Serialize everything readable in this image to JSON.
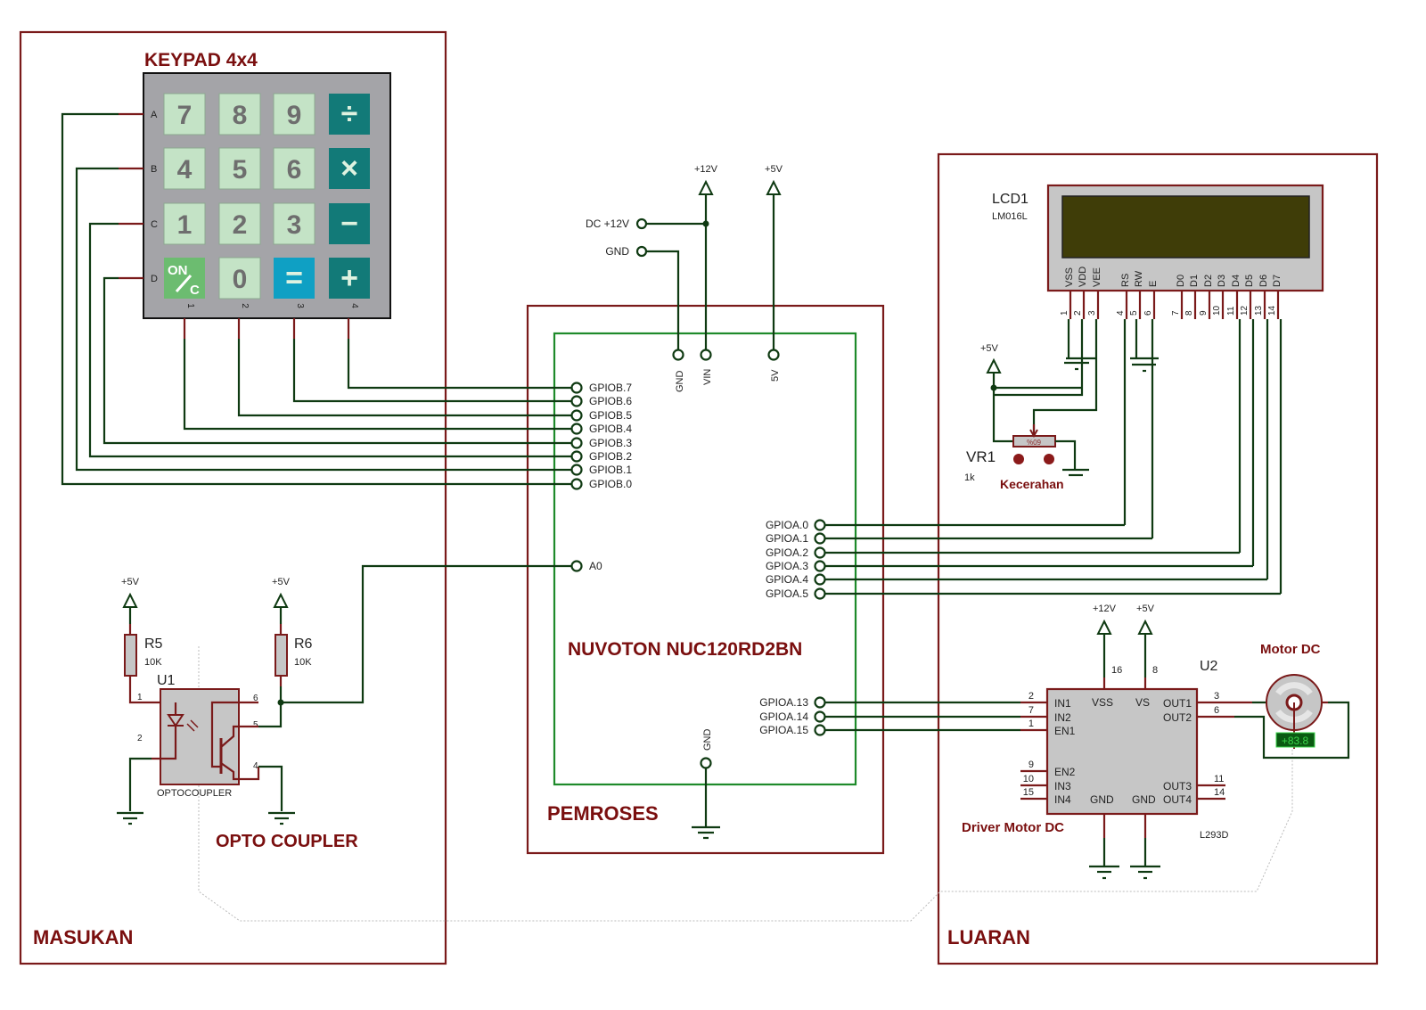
{
  "sections": {
    "input": "MASUKAN",
    "processor": "PEMROSES",
    "output": "LUARAN"
  },
  "keypad": {
    "title": "KEYPAD 4x4",
    "rows": [
      "A",
      "B",
      "C",
      "D"
    ],
    "cols": [
      "1",
      "2",
      "3",
      "4"
    ],
    "keys": [
      [
        "7",
        "8",
        "9",
        "÷"
      ],
      [
        "4",
        "5",
        "6",
        "×"
      ],
      [
        "1",
        "2",
        "3",
        "−"
      ],
      [
        "ON/C",
        "0",
        "=",
        "+"
      ]
    ],
    "on_label_top": "ON",
    "on_label_bottom": "C"
  },
  "power": {
    "dc12_label": "DC +12V",
    "gnd_label": "GND",
    "plus12": "+12V",
    "plus5": "+5V"
  },
  "mcu": {
    "name": "NUVOTON NUC120RD2BN",
    "top_pins": [
      "GND",
      "VIN",
      "5V"
    ],
    "gpiob": [
      "GPIOB.7",
      "GPIOB.6",
      "GPIOB.5",
      "GPIOB.4",
      "GPIOB.3",
      "GPIOB.2",
      "GPIOB.1",
      "GPIOB.0"
    ],
    "a0": "A0",
    "gpioa_lcd": [
      "GPIOA.0",
      "GPIOA.1",
      "GPIOA.2",
      "GPIOA.3",
      "GPIOA.4",
      "GPIOA.5"
    ],
    "gpioa_motor": [
      "GPIOA.13",
      "GPIOA.14",
      "GPIOA.15"
    ],
    "bottom_pin": "GND"
  },
  "lcd": {
    "ref": "LCD1",
    "part": "LM016L",
    "pin_names": [
      "VSS",
      "VDD",
      "VEE",
      "RS",
      "RW",
      "E",
      "D0",
      "D1",
      "D2",
      "D3",
      "D4",
      "D5",
      "D6",
      "D7"
    ],
    "pin_numbers": [
      "1",
      "2",
      "3",
      "4",
      "5",
      "6",
      "7",
      "8",
      "9",
      "10",
      "11",
      "12",
      "13",
      "14"
    ],
    "screen_color": "#3f3d08"
  },
  "pot": {
    "ref": "VR1",
    "value": "1k",
    "label": "Kecerahan",
    "percent": "60%",
    "supply": "+5V"
  },
  "opto": {
    "title": "OPTO COUPLER",
    "ref": "U1",
    "part": "OPTOCOUPLER",
    "pins": [
      "1",
      "2",
      "6",
      "5",
      "4"
    ],
    "r5": {
      "ref": "R5",
      "value": "10K",
      "supply": "+5V"
    },
    "r6": {
      "ref": "R6",
      "value": "10K",
      "supply": "+5V"
    }
  },
  "driver": {
    "ref": "U2",
    "part": "L293D",
    "label": "Driver Motor DC",
    "left_pins": [
      {
        "num": "2",
        "name": "IN1"
      },
      {
        "num": "7",
        "name": "IN2"
      },
      {
        "num": "1",
        "name": "EN1"
      },
      {
        "num": "9",
        "name": "EN2"
      },
      {
        "num": "10",
        "name": "IN3"
      },
      {
        "num": "15",
        "name": "IN4"
      }
    ],
    "right_pins": [
      {
        "num": "3",
        "name": "OUT1"
      },
      {
        "num": "6",
        "name": "OUT2"
      },
      {
        "num": "11",
        "name": "OUT3"
      },
      {
        "num": "14",
        "name": "OUT4"
      }
    ],
    "top_pins": [
      {
        "num": "16",
        "name": "VSS",
        "supply": "+12V"
      },
      {
        "num": "8",
        "name": "VS",
        "supply": "+5V"
      }
    ],
    "bottom_pins": [
      "GND",
      "GND"
    ]
  },
  "motor": {
    "label": "Motor DC",
    "readout": "+83.8"
  }
}
